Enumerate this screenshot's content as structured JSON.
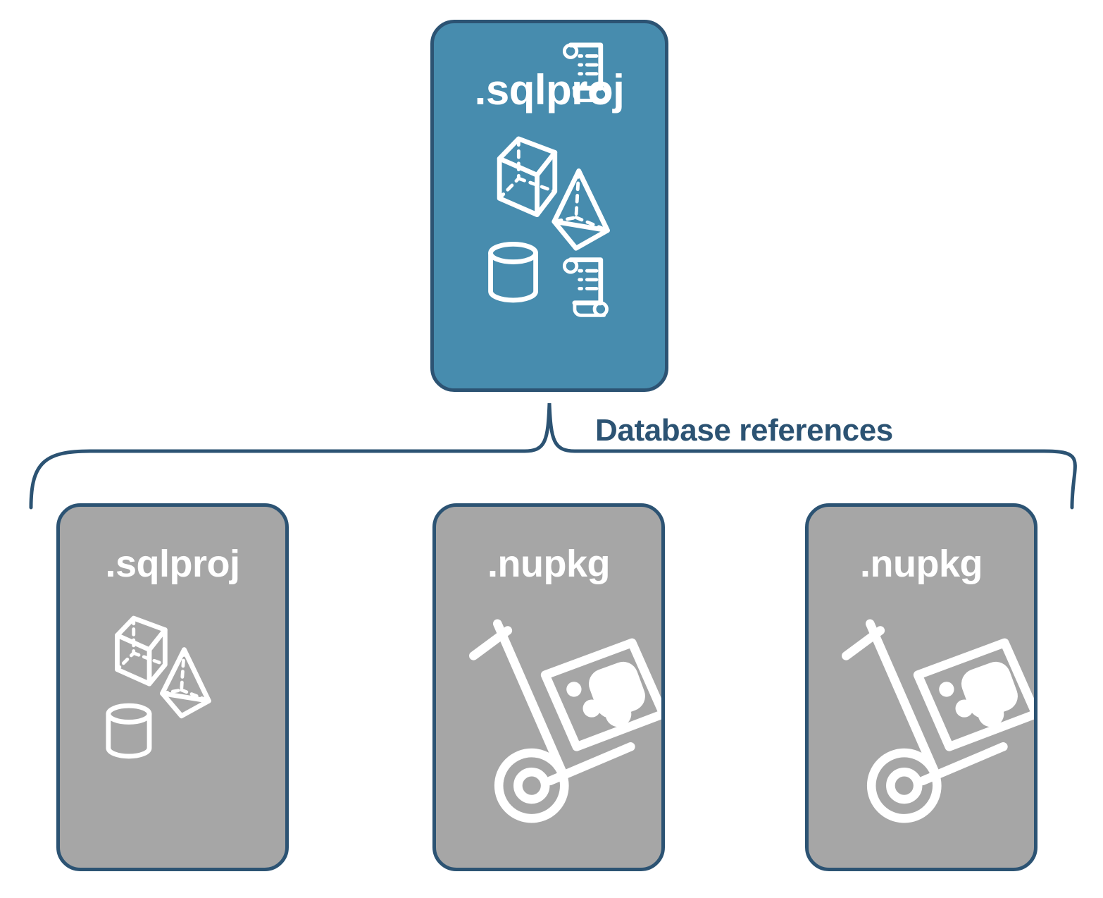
{
  "diagram": {
    "title_top": ".sqlproj",
    "connector_label": "Database references",
    "colors": {
      "accent_teal": "#478CAE",
      "outline_blue": "#2C5373",
      "card_gray": "#A6A6A6",
      "icon_white": "#FFFFFF",
      "background": "#FFFFFF"
    }
  },
  "top_card": {
    "label": ".sqlproj",
    "icons": [
      "cube-icon",
      "pyramid-icon",
      "cylinder-icon",
      "script-scroll-icon",
      "script-scroll-icon"
    ]
  },
  "bracket": {
    "label": "Database references"
  },
  "referenced_cards": [
    {
      "label": ".sqlproj",
      "icons": [
        "cube-icon",
        "pyramid-icon",
        "cylinder-icon"
      ]
    },
    {
      "label": ".nupkg",
      "icons": [
        "hand-truck-package-icon"
      ]
    },
    {
      "label": ".nupkg",
      "icons": [
        "hand-truck-package-icon"
      ]
    }
  ]
}
